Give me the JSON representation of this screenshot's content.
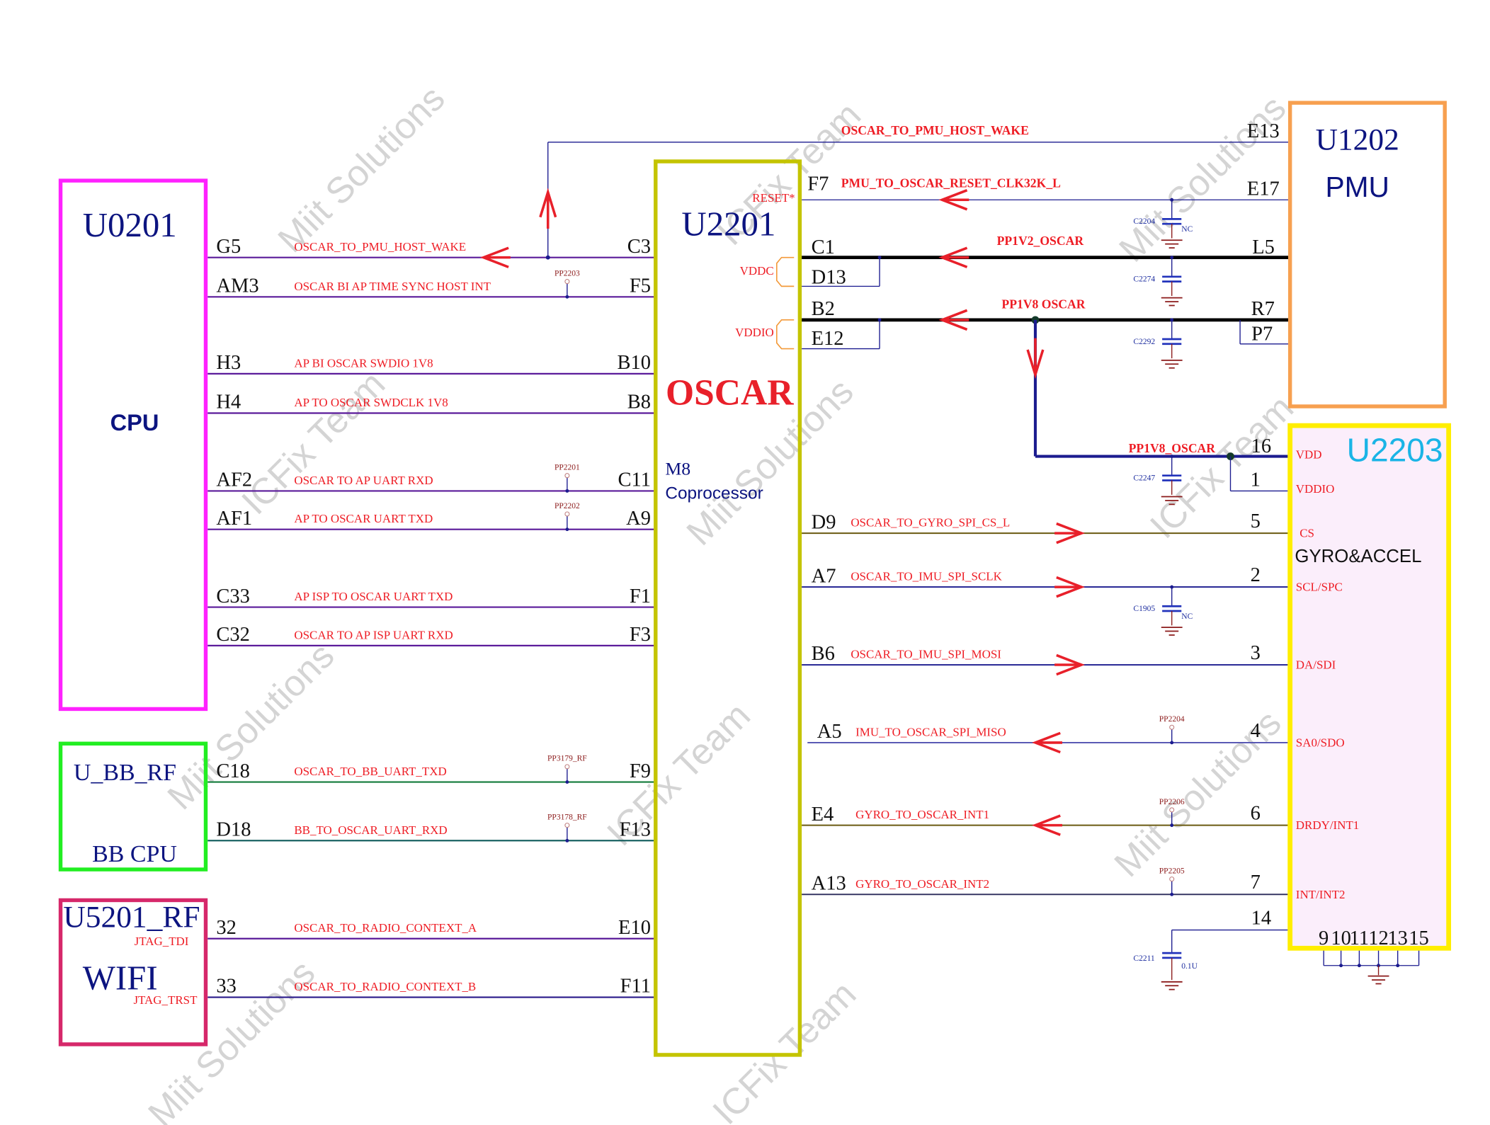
{
  "watermarks": [
    "Miit Solutions",
    "ICFix Team",
    "Miit Solutions",
    "ICFix Team",
    "Miit Solutions",
    "ICFix Team",
    "Miit Solutions",
    "ICFix Team",
    "Miit Solutions"
  ],
  "components": {
    "cpu": {
      "ref": "U0201",
      "label": "CPU",
      "color": "#ff22ff"
    },
    "bb": {
      "ref": "U_BB_RF",
      "label": "BB CPU",
      "color": "#22ee22"
    },
    "wifi": {
      "ref": "U5201_RF",
      "label": "WIFI",
      "color": "#d6286a",
      "pin_notes": [
        "JTAG_TDI",
        "JTAG_TRST"
      ]
    },
    "oscar": {
      "ref": "U2201",
      "label": "OSCAR",
      "sublabel_1": "M8",
      "sublabel_2": "Coprocessor",
      "color": "#c4c400",
      "reset_label": "RESET*",
      "vddc_label": "VDDC",
      "vddio_label": "VDDIO"
    },
    "pmu": {
      "ref": "U1202",
      "label": "PMU",
      "color": "#f7a050"
    },
    "imu": {
      "ref": "U2203",
      "label": "GYRO&ACCEL",
      "color": "#ffee00",
      "ref_color": "#1ab4e6",
      "fill": "#fbeefb",
      "gnd_pins": [
        "9",
        "10",
        "11",
        "12",
        "13",
        "15"
      ]
    }
  },
  "left_nets": [
    {
      "src_pin": "G5",
      "net": "OSCAR_TO_PMU_HOST_WAKE",
      "dst_pin": "C3",
      "testpoint": ""
    },
    {
      "src_pin": "AM3",
      "net": "OSCAR BI AP TIME SYNC HOST INT",
      "dst_pin": "F5",
      "testpoint": "PP2203"
    },
    {
      "src_pin": "H3",
      "net": "AP BI OSCAR SWDIO 1V8",
      "dst_pin": "B10",
      "testpoint": ""
    },
    {
      "src_pin": "H4",
      "net": "AP TO OSCAR SWDCLK 1V8",
      "dst_pin": "B8",
      "testpoint": ""
    },
    {
      "src_pin": "AF2",
      "net": "OSCAR TO AP UART RXD",
      "dst_pin": "C11",
      "testpoint": "PP2201"
    },
    {
      "src_pin": "AF1",
      "net": "AP TO OSCAR UART TXD",
      "dst_pin": "A9",
      "testpoint": "PP2202"
    },
    {
      "src_pin": "C33",
      "net": "AP ISP TO OSCAR UART TXD",
      "dst_pin": "F1",
      "testpoint": ""
    },
    {
      "src_pin": "C32",
      "net": "OSCAR TO AP ISP UART RXD",
      "dst_pin": "F3",
      "testpoint": ""
    },
    {
      "src_pin": "C18",
      "net": "OSCAR_TO_BB_UART_TXD",
      "dst_pin": "F9",
      "testpoint": "PP3179_RF"
    },
    {
      "src_pin": "D18",
      "net": "BB_TO_OSCAR_UART_RXD",
      "dst_pin": "F13",
      "testpoint": "PP3178_RF"
    },
    {
      "src_pin": "32",
      "net": "OSCAR_TO_RADIO_CONTEXT_A",
      "dst_pin": "E10",
      "testpoint": ""
    },
    {
      "src_pin": "33",
      "net": "OSCAR_TO_RADIO_CONTEXT_B",
      "dst_pin": "F11",
      "testpoint": ""
    }
  ],
  "pmu_nets": [
    {
      "oscar_pin": "",
      "net": "OSCAR_TO_PMU_HOST_WAKE",
      "pmu_pin": "E13"
    },
    {
      "oscar_pin": "F7",
      "net": "PMU_TO_OSCAR_RESET_CLK32K_L",
      "pmu_pin": "E17",
      "cap": "C2204",
      "cap_note": "NC"
    },
    {
      "oscar_pin": "C1",
      "oscar_pin_2": "D13",
      "net": "PP1V2_OSCAR",
      "pmu_pin": "L5",
      "cap": "C2274"
    },
    {
      "oscar_pin": "B2",
      "oscar_pin_2": "E12",
      "net": "PP1V8 OSCAR",
      "pmu_pin": "R7",
      "pmu_pin_2": "P7",
      "cap": "C2292"
    }
  ],
  "imu_power": {
    "net": "PP1V8_OSCAR",
    "vdd_pin": "16",
    "vdd_fn": "VDD",
    "vddio_pin": "1",
    "vddio_fn": "VDDIO",
    "cap": "C2247"
  },
  "imu_nets": [
    {
      "oscar_pin": "D9",
      "net": "OSCAR_TO_GYRO_SPI_CS_L",
      "imu_pin": "5",
      "imu_fn": "CS",
      "testpoint": "",
      "cap": ""
    },
    {
      "oscar_pin": "A7",
      "net": "OSCAR_TO_IMU_SPI_SCLK",
      "imu_pin": "2",
      "imu_fn": "SCL/SPC",
      "testpoint": "",
      "cap": "C1905",
      "cap_note": "NC"
    },
    {
      "oscar_pin": "B6",
      "net": "OSCAR_TO_IMU_SPI_MOSI",
      "imu_pin": "3",
      "imu_fn": "DA/SDI",
      "testpoint": "",
      "cap": ""
    },
    {
      "oscar_pin": "A5",
      "net": "IMU_TO_OSCAR_SPI_MISO",
      "imu_pin": "4",
      "imu_fn": "SA0/SDO",
      "testpoint": "PP2204",
      "cap": ""
    },
    {
      "oscar_pin": "E4",
      "net": "GYRO_TO_OSCAR_INT1",
      "imu_pin": "6",
      "imu_fn": "DRDY/INT1",
      "testpoint": "PP2206",
      "cap": ""
    },
    {
      "oscar_pin": "A13",
      "net": "GYRO_TO_OSCAR_INT2",
      "imu_pin": "7",
      "imu_fn": "INT/INT2",
      "testpoint": "PP2205",
      "cap": ""
    }
  ],
  "imu_pin14": {
    "pin": "14",
    "cap": "C2211",
    "cap_value": "0.1U"
  },
  "colors": {
    "net_label": "#ee1c24",
    "wire": "#5a1a9a",
    "wire_blue": "#1b1b8f",
    "power_wire": "#000000",
    "arrow": "#e8202a",
    "ground": "#8b1a1a"
  }
}
